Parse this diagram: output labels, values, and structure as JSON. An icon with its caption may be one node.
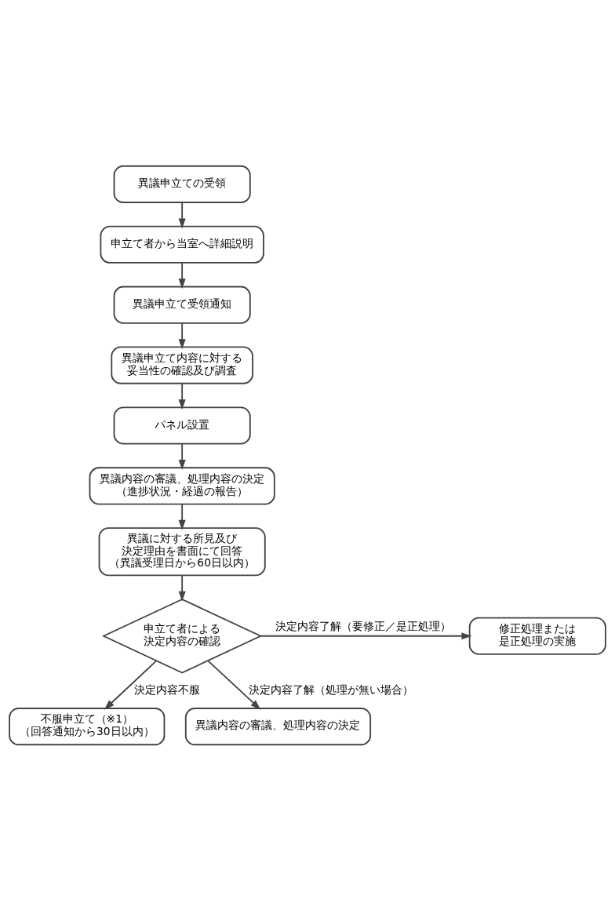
{
  "diagram": {
    "nodes": [
      {
        "text": [
          "異議申立ての受領"
        ]
      },
      {
        "text": [
          "申立て者から当室へ詳細説明"
        ]
      },
      {
        "text": [
          "異議申立て受領通知"
        ]
      },
      {
        "text": [
          "異議申立て内容に対する妥当性の確認及び調査"
        ]
      },
      {
        "text": [
          "パネル設置"
        ]
      },
      {
        "text": [
          "異議内容の審議、処理内容の決定（進捗状況・経過の報告）"
        ]
      },
      {
        "text": [
          "異議に対する所見及び決定理由を書面にて回答（異議受理日から60日以内）"
        ]
      },
      {
        "text": [
          "申立て者による決定内容の確認"
        ]
      },
      {
        "text": [
          "修正処理または是正処理の実施"
        ]
      },
      {
        "text": [
          "不服申立て（※1）（回答通知から30日以内）"
        ]
      },
      {
        "text": [
          "異議内容の審議、処理内容の決定"
        ]
      }
    ],
    "edges": [
      {
        "from": 0,
        "to": 1,
        "arrow": "to"
      },
      {
        "from": 1,
        "to": 2,
        "arrow": "to"
      },
      {
        "from": 2,
        "to": 3,
        "arrow": "to"
      },
      {
        "from": 3,
        "to": 4,
        "arrow": "to"
      },
      {
        "from": 4,
        "to": 5,
        "arrow": "to"
      },
      {
        "from": 5,
        "to": 6,
        "arrow": "to"
      },
      {
        "from": 6,
        "to": 7,
        "arrow": "to"
      },
      {
        "from": 7,
        "to": 9,
        "arrow": "to",
        "label": "決定内容不服"
      },
      {
        "from": 7,
        "to": 10,
        "arrow": "to",
        "label": "決定内容了解（処理が無い場合）"
      },
      {
        "from": 7,
        "to": 8,
        "arrow": "to",
        "label": "決定内容了解（要修正／是正処理）"
      }
    ]
  }
}
